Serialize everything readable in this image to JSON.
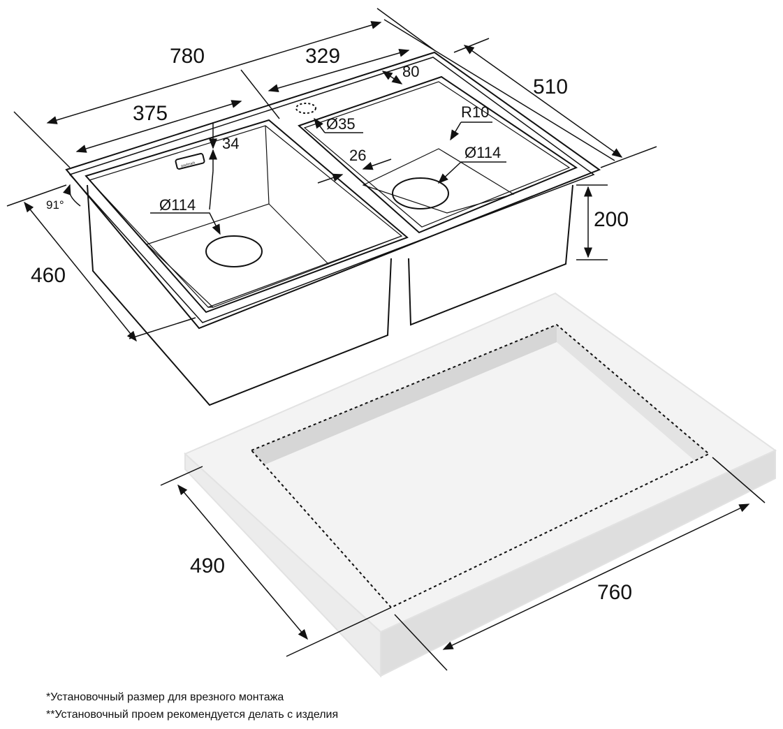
{
  "dimensions": {
    "overall_length": "780",
    "right_bowl_width": "329",
    "depth_outer": "510",
    "left_bowl_width": "375",
    "right_offset": "80",
    "hole_diameter": "Ø35",
    "corner_radius": "R10",
    "rim_offset": "34",
    "divider": "26",
    "right_drain": "Ø114",
    "left_drain": "Ø114",
    "angle": "91°",
    "depth_460": "460",
    "bowl_depth": "200",
    "cutout_depth": "490",
    "cutout_length": "760"
  },
  "logo_text": "paulmark",
  "notes": [
    "*Установочный размер для врезного монтажа",
    "**Установочный проем рекомендуется делать с изделия"
  ],
  "colors": {
    "line": "#111111",
    "slab": "#f1f1f1",
    "slab_side": "#dedede",
    "cutout_wall": "#d8d8d8"
  }
}
